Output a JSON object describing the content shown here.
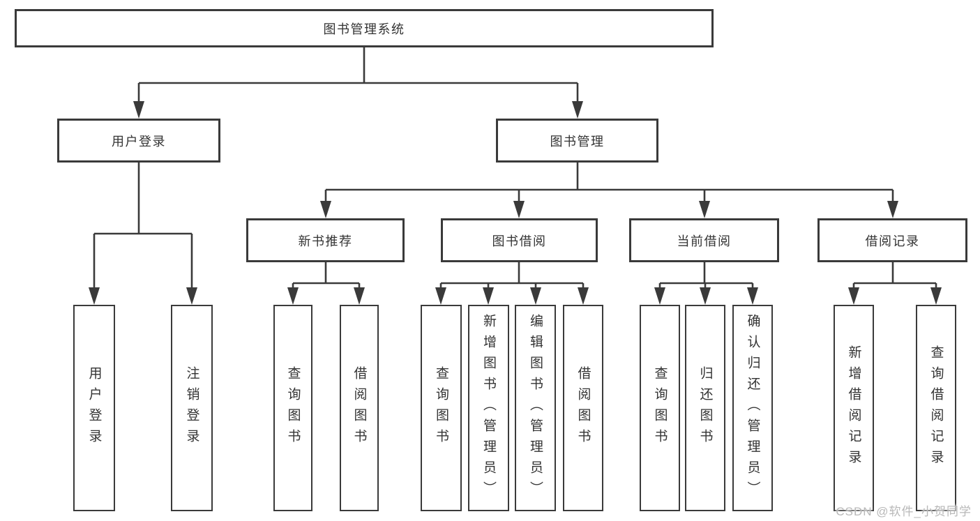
{
  "diagram": {
    "root": {
      "label": "图书管理系统"
    },
    "branches": [
      {
        "label": "用户登录",
        "children": [
          {
            "label": "用户登录"
          },
          {
            "label": "注销登录"
          }
        ]
      },
      {
        "label": "图书管理",
        "children": [
          {
            "label": "新书推荐",
            "children": [
              {
                "label": "查询图书"
              },
              {
                "label": "借阅图书"
              }
            ]
          },
          {
            "label": "图书借阅",
            "children": [
              {
                "label": "查询图书"
              },
              {
                "label": "新增图书（管理员）"
              },
              {
                "label": "编辑图书（管理员）"
              },
              {
                "label": "借阅图书"
              }
            ]
          },
          {
            "label": "当前借阅",
            "children": [
              {
                "label": "查询图书"
              },
              {
                "label": "归还图书"
              },
              {
                "label": "确认归还（管理员）"
              }
            ]
          },
          {
            "label": "借阅记录",
            "children": [
              {
                "label": "新增借阅记录"
              },
              {
                "label": "查询借阅记录"
              }
            ]
          }
        ]
      }
    ]
  },
  "colors": {
    "line": "#3a3a3a",
    "text": "#333333",
    "background": "#ffffff",
    "watermark": "#b8b8b8"
  },
  "watermark": {
    "text": "CSDN @软件_小贺同学"
  }
}
